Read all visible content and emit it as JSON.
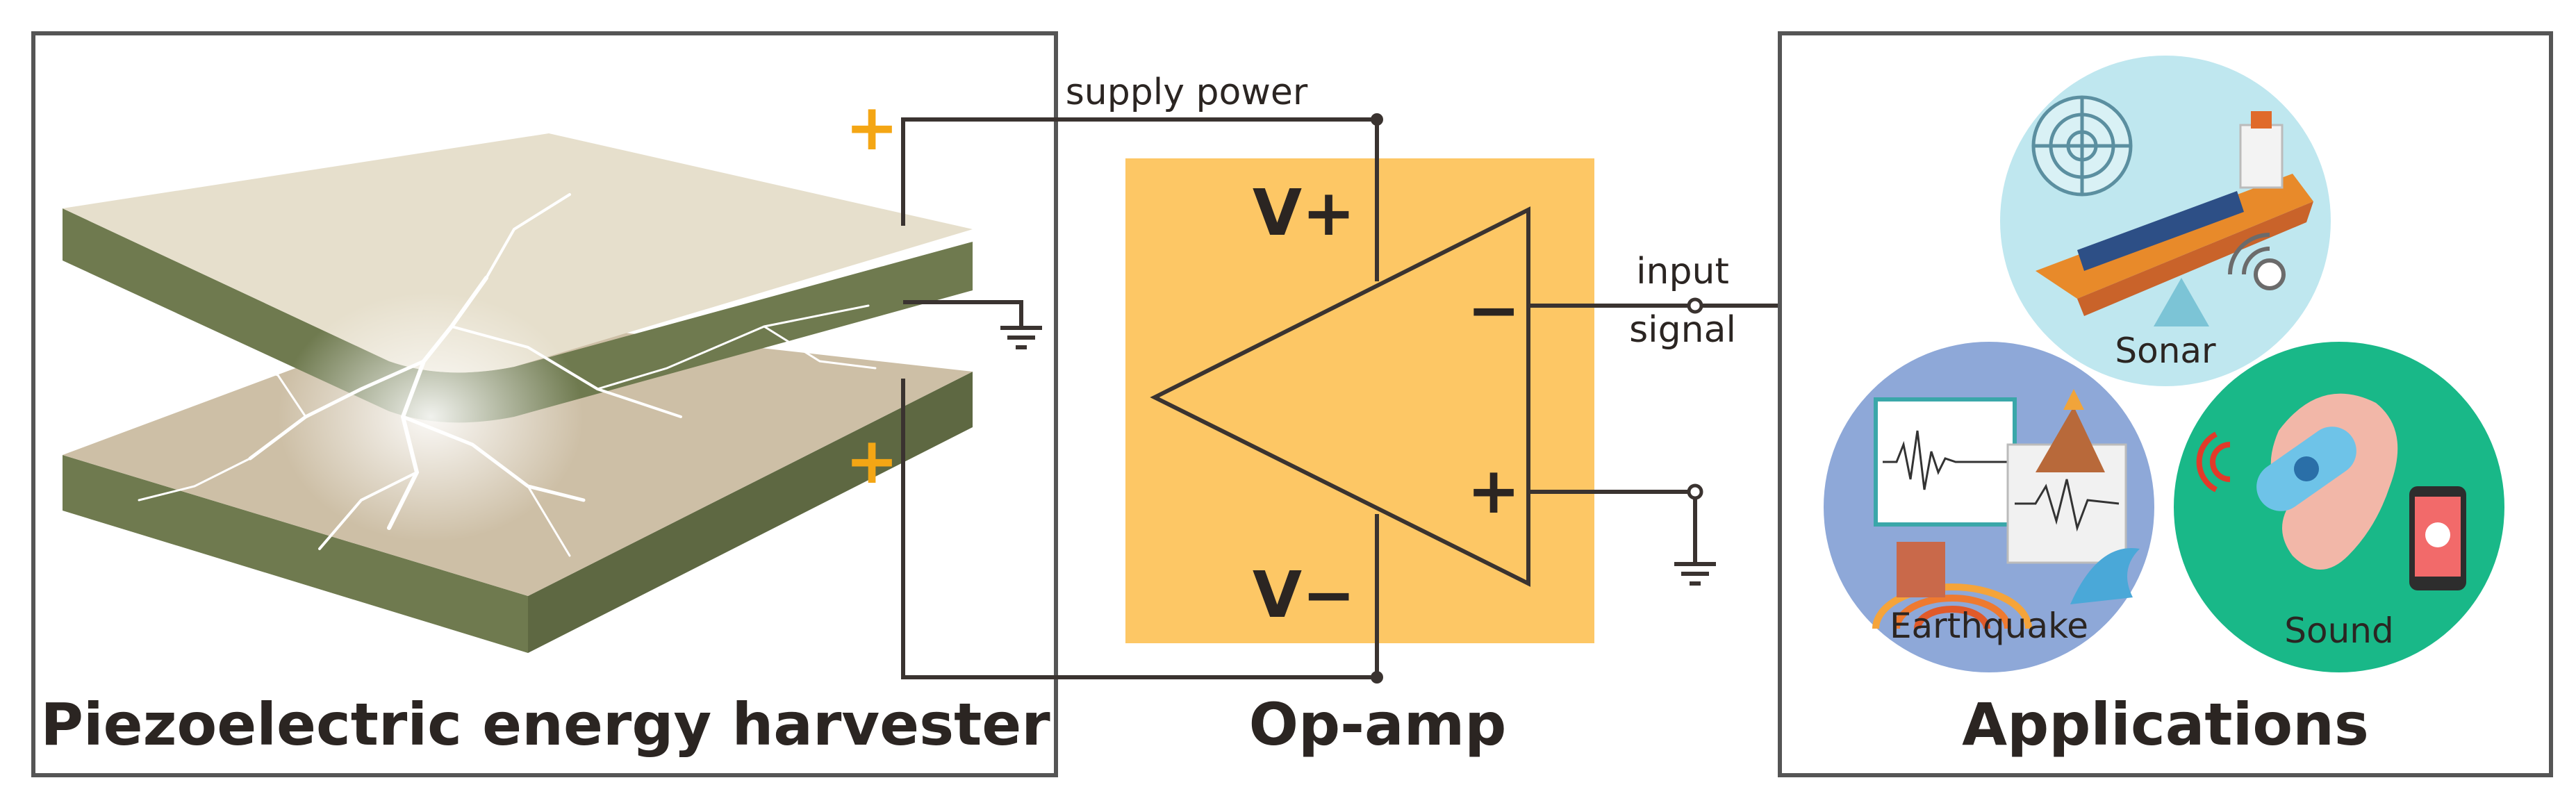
{
  "harvester": {
    "title": "Piezoelectric energy harvester"
  },
  "opamp": {
    "title": "Op-amp",
    "vplus": "V+",
    "vminus": "V−",
    "inverting": "−",
    "noninverting": "+"
  },
  "wires": {
    "supply_label": "supply power",
    "input_label_1": "input",
    "input_label_2": "signal",
    "polarity_top": "+",
    "polarity_bottom": "+"
  },
  "applications": {
    "title": "Applications",
    "sonar": "Sonar",
    "earthquake": "Earthquake",
    "sound": "Sound"
  },
  "colors": {
    "plate_top": "#e6dfcc",
    "plate_side": "#6f7a4f",
    "plate_inner": "#cdbfa6",
    "opamp_box": "#fdc765",
    "polarity": "#f4a614",
    "sonar_circle": "#bfe7ef",
    "earthquake_circle": "#8ea8d8",
    "sound_circle": "#19b888"
  }
}
